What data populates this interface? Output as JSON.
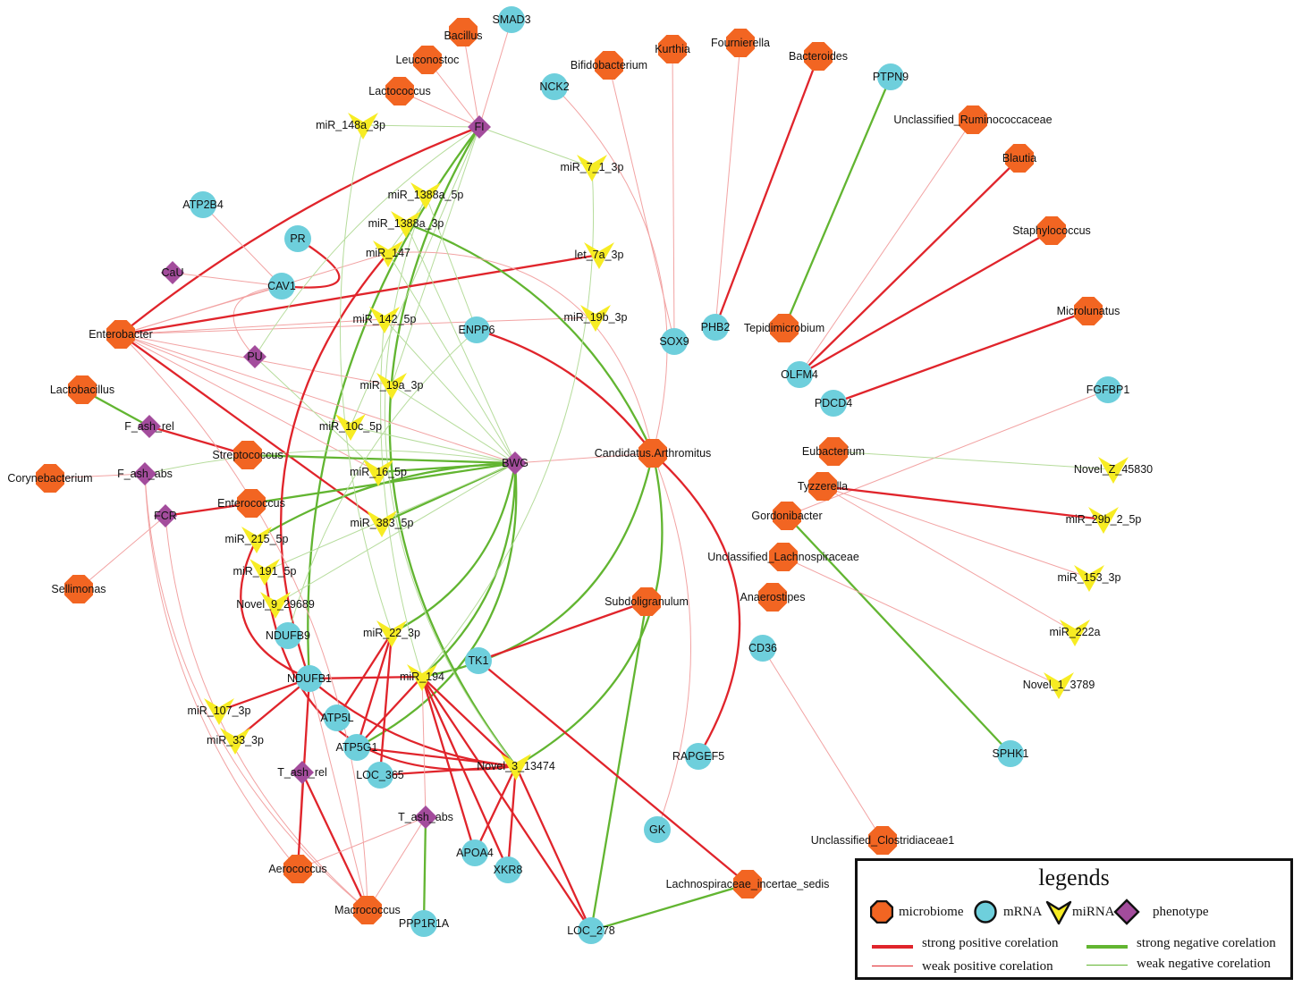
{
  "colors": {
    "microbiome": "#f26522",
    "mrna": "#6ecfdc",
    "mirna": "#f7ec23",
    "phenotype": "#a34c9c",
    "positive": "#e0242b",
    "negative": "#62b531",
    "weak_positive": "#f2a3a3",
    "weak_negative": "#b6dc9c"
  },
  "legend": {
    "title": "legends",
    "node_types": [
      "microbiome",
      "mRNA",
      "miRNA",
      "phenotype"
    ],
    "edge_types": [
      "strong positive corelation",
      "weak positive corelation",
      "strong negative corelation",
      "weak negative corelation"
    ]
  },
  "nodes": [
    {
      "id": "SMAD3",
      "type": "mrna"
    },
    {
      "id": "Bacillus",
      "type": "microbiome"
    },
    {
      "id": "Leuconostoc",
      "type": "microbiome"
    },
    {
      "id": "Lactococcus",
      "type": "microbiome"
    },
    {
      "id": "FI",
      "type": "phenotype"
    },
    {
      "id": "miR_148a_3p",
      "type": "mirna"
    },
    {
      "id": "Bifidobacterium",
      "type": "microbiome"
    },
    {
      "id": "NCK2",
      "type": "mrna"
    },
    {
      "id": "Kurthia",
      "type": "microbiome"
    },
    {
      "id": "Fournierella",
      "type": "microbiome"
    },
    {
      "id": "Bacteroides",
      "type": "microbiome"
    },
    {
      "id": "PTPN9",
      "type": "mrna"
    },
    {
      "id": "Unclassified_Ruminococcaceae",
      "type": "microbiome"
    },
    {
      "id": "miR_7_1_3p",
      "type": "mirna"
    },
    {
      "id": "Blautia",
      "type": "microbiome"
    },
    {
      "id": "miR_1388a_5p",
      "type": "mirna"
    },
    {
      "id": "ATP2B4",
      "type": "mrna"
    },
    {
      "id": "miR_1388a_3p",
      "type": "mirna"
    },
    {
      "id": "PR",
      "type": "mrna"
    },
    {
      "id": "Staphylococcus",
      "type": "microbiome"
    },
    {
      "id": "miR_147",
      "type": "mirna"
    },
    {
      "id": "let_7a_3p",
      "type": "mirna"
    },
    {
      "id": "CaU",
      "type": "phenotype"
    },
    {
      "id": "CAV1",
      "type": "mrna"
    },
    {
      "id": "miR_142_5p",
      "type": "mirna"
    },
    {
      "id": "miR_19b_3p",
      "type": "mirna"
    },
    {
      "id": "Enterobacter",
      "type": "microbiome"
    },
    {
      "id": "ENPP6",
      "type": "mrna"
    },
    {
      "id": "SOX9",
      "type": "mrna"
    },
    {
      "id": "PHB2",
      "type": "mrna"
    },
    {
      "id": "Tepidimicrobium",
      "type": "microbiome"
    },
    {
      "id": "Microlunatus",
      "type": "microbiome"
    },
    {
      "id": "PU",
      "type": "phenotype"
    },
    {
      "id": "miR_19a_3p",
      "type": "mirna"
    },
    {
      "id": "OLFM4",
      "type": "mrna"
    },
    {
      "id": "Lactobacillus",
      "type": "microbiome"
    },
    {
      "id": "FGFBP1",
      "type": "mrna"
    },
    {
      "id": "PDCD4",
      "type": "mrna"
    },
    {
      "id": "F_ash_rel",
      "type": "phenotype"
    },
    {
      "id": "miR_10c_5p",
      "type": "mirna"
    },
    {
      "id": "Eubacterium",
      "type": "microbiome"
    },
    {
      "id": "Candidatus.Arthromitus",
      "type": "microbiome"
    },
    {
      "id": "Streptococcus",
      "type": "microbiome"
    },
    {
      "id": "BWG",
      "type": "phenotype"
    },
    {
      "id": "Novel_Z_45830",
      "type": "mirna"
    },
    {
      "id": "F_ash_abs",
      "type": "phenotype"
    },
    {
      "id": "miR_16_5p",
      "type": "mirna"
    },
    {
      "id": "Corynebacterium",
      "type": "microbiome"
    },
    {
      "id": "Tyzzerella",
      "type": "microbiome"
    },
    {
      "id": "Enterococcus",
      "type": "microbiome"
    },
    {
      "id": "FCR",
      "type": "phenotype"
    },
    {
      "id": "Gordonibacter",
      "type": "microbiome"
    },
    {
      "id": "miR_29b_2_5p",
      "type": "mirna"
    },
    {
      "id": "miR_383_5p",
      "type": "mirna"
    },
    {
      "id": "miR_215_5p",
      "type": "mirna"
    },
    {
      "id": "Unclassified_Lachnospiraceae",
      "type": "microbiome"
    },
    {
      "id": "miR_191_5p",
      "type": "mirna"
    },
    {
      "id": "miR_153_3p",
      "type": "mirna"
    },
    {
      "id": "Sellimonas",
      "type": "microbiome"
    },
    {
      "id": "Anaerostipes",
      "type": "microbiome"
    },
    {
      "id": "Subdoligranulum",
      "type": "microbiome"
    },
    {
      "id": "Novel_9_29689",
      "type": "mirna"
    },
    {
      "id": "miR_222a",
      "type": "mirna"
    },
    {
      "id": "NDUFB9",
      "type": "mrna"
    },
    {
      "id": "miR_22_3p",
      "type": "mirna"
    },
    {
      "id": "CD36",
      "type": "mrna"
    },
    {
      "id": "TK1",
      "type": "mrna"
    },
    {
      "id": "NDUFB1",
      "type": "mrna"
    },
    {
      "id": "miR_194",
      "type": "mirna"
    },
    {
      "id": "Novel_1_3789",
      "type": "mirna"
    },
    {
      "id": "miR_107_3p",
      "type": "mirna"
    },
    {
      "id": "ATP5L",
      "type": "mrna"
    },
    {
      "id": "miR_33_3p",
      "type": "mirna"
    },
    {
      "id": "ATP5G1",
      "type": "mrna"
    },
    {
      "id": "SPHK1",
      "type": "mrna"
    },
    {
      "id": "RAPGEF5",
      "type": "mrna"
    },
    {
      "id": "Novel_3_13474",
      "type": "mirna"
    },
    {
      "id": "LOC_365",
      "type": "mrna"
    },
    {
      "id": "T_ash_rel",
      "type": "phenotype"
    },
    {
      "id": "T_ash_abs",
      "type": "phenotype"
    },
    {
      "id": "GK",
      "type": "mrna"
    },
    {
      "id": "Unclassified_Clostridiaceae1",
      "type": "microbiome"
    },
    {
      "id": "APOA4",
      "type": "mrna"
    },
    {
      "id": "XKR8",
      "type": "mrna"
    },
    {
      "id": "Aerococcus",
      "type": "microbiome"
    },
    {
      "id": "Lachnospiraceae_incertae_sedis",
      "type": "microbiome"
    },
    {
      "id": "Macrococcus",
      "type": "microbiome"
    },
    {
      "id": "PPP1R1A",
      "type": "mrna"
    },
    {
      "id": "LOC_278",
      "type": "mrna"
    }
  ],
  "edges": [
    {
      "a": "FI",
      "b": "SMAD3",
      "sign": "positive",
      "strength": "weak"
    },
    {
      "a": "FI",
      "b": "Bacillus",
      "sign": "positive",
      "strength": "weak"
    },
    {
      "a": "FI",
      "b": "Leuconostoc",
      "sign": "positive",
      "strength": "weak"
    },
    {
      "a": "FI",
      "b": "Lactococcus",
      "sign": "positive",
      "strength": "weak"
    },
    {
      "a": "FI",
      "b": "miR_148a_3p",
      "sign": "negative",
      "strength": "weak"
    },
    {
      "a": "FI",
      "b": "miR_7_1_3p",
      "sign": "negative",
      "strength": "weak"
    },
    {
      "a": "FI",
      "b": "miR_147",
      "sign": "negative",
      "strength": "weak"
    },
    {
      "a": "FI",
      "b": "Enterobacter",
      "sign": "positive",
      "strength": "strong"
    },
    {
      "a": "FI",
      "b": "NDUFB1",
      "sign": "negative",
      "strength": "strong"
    },
    {
      "a": "FI",
      "b": "Novel_3_13474",
      "sign": "negative",
      "strength": "strong"
    },
    {
      "a": "FI",
      "b": "miR_19a_3p",
      "sign": "negative",
      "strength": "weak"
    },
    {
      "a": "FI",
      "b": "miR_10c_5p",
      "sign": "negative",
      "strength": "weak"
    },
    {
      "a": "Bifidobacterium",
      "b": "SOX9",
      "sign": "positive",
      "strength": "weak"
    },
    {
      "a": "Kurthia",
      "b": "SOX9",
      "sign": "positive",
      "strength": "weak"
    },
    {
      "a": "Fournierella",
      "b": "PHB2",
      "sign": "positive",
      "strength": "weak"
    },
    {
      "a": "Bacteroides",
      "b": "PHB2",
      "sign": "positive",
      "strength": "strong"
    },
    {
      "a": "PTPN9",
      "b": "Tepidimicrobium",
      "sign": "negative",
      "strength": "strong"
    },
    {
      "a": "Unclassified_Ruminococcaceae",
      "b": "OLFM4",
      "sign": "positive",
      "strength": "weak"
    },
    {
      "a": "Blautia",
      "b": "OLFM4",
      "sign": "positive",
      "strength": "strong"
    },
    {
      "a": "Staphylococcus",
      "b": "OLFM4",
      "sign": "positive",
      "strength": "strong"
    },
    {
      "a": "Microlunatus",
      "b": "PDCD4",
      "sign": "positive",
      "strength": "strong"
    },
    {
      "a": "FGFBP1",
      "b": "Gordonibacter",
      "sign": "positive",
      "strength": "weak"
    },
    {
      "a": "Eubacterium",
      "b": "Novel_Z_45830",
      "sign": "negative",
      "strength": "weak"
    },
    {
      "a": "Tyzzerella",
      "b": "miR_29b_2_5p",
      "sign": "positive",
      "strength": "strong"
    },
    {
      "a": "Tyzzerella",
      "b": "miR_153_3p",
      "sign": "positive",
      "strength": "weak"
    },
    {
      "a": "Tyzzerella",
      "b": "miR_222a",
      "sign": "positive",
      "strength": "weak"
    },
    {
      "a": "Gordonibacter",
      "b": "SPHK1",
      "sign": "negative",
      "strength": "strong"
    },
    {
      "a": "Unclassified_Lachnospiraceae",
      "b": "Novel_1_3789",
      "sign": "positive",
      "strength": "weak"
    },
    {
      "a": "CD36",
      "b": "Unclassified_Clostridiaceae1",
      "sign": "positive",
      "strength": "weak"
    },
    {
      "a": "PR",
      "b": "CAV1",
      "sign": "positive",
      "strength": "strong"
    },
    {
      "a": "ATP2B4",
      "b": "CAV1",
      "sign": "positive",
      "strength": "weak"
    },
    {
      "a": "CaU",
      "b": "CAV1",
      "sign": "positive",
      "strength": "weak"
    },
    {
      "a": "CAV1",
      "b": "PU",
      "sign": "positive",
      "strength": "weak"
    },
    {
      "a": "Enterobacter",
      "b": "let_7a_3p",
      "sign": "positive",
      "strength": "strong"
    },
    {
      "a": "Enterobacter",
      "b": "miR_383_5p",
      "sign": "positive",
      "strength": "strong"
    },
    {
      "a": "Enterobacter",
      "b": "miR_147",
      "sign": "positive",
      "strength": "weak"
    },
    {
      "a": "Enterobacter",
      "b": "miR_142_5p",
      "sign": "positive",
      "strength": "weak"
    },
    {
      "a": "Enterobacter",
      "b": "miR_19b_3p",
      "sign": "positive",
      "strength": "weak"
    },
    {
      "a": "Enterobacter",
      "b": "miR_19a_3p",
      "sign": "positive",
      "strength": "weak"
    },
    {
      "a": "Enterobacter",
      "b": "miR_10c_5p",
      "sign": "positive",
      "strength": "weak"
    },
    {
      "a": "Enterobacter",
      "b": "miR_16_5p",
      "sign": "positive",
      "strength": "weak"
    },
    {
      "a": "Enterobacter",
      "b": "BWG",
      "sign": "positive",
      "strength": "weak"
    },
    {
      "a": "Enterobacter",
      "b": "CAV1",
      "sign": "positive",
      "strength": "weak"
    },
    {
      "a": "Lactobacillus",
      "b": "F_ash_rel",
      "sign": "negative",
      "strength": "strong"
    },
    {
      "a": "F_ash_rel",
      "b": "Streptococcus",
      "sign": "positive",
      "strength": "strong"
    },
    {
      "a": "Streptococcus",
      "b": "BWG",
      "sign": "negative",
      "strength": "strong"
    },
    {
      "a": "Enterococcus",
      "b": "BWG",
      "sign": "negative",
      "strength": "strong"
    },
    {
      "a": "FCR",
      "b": "Enterococcus",
      "sign": "positive",
      "strength": "strong"
    },
    {
      "a": "FCR",
      "b": "Sellimonas",
      "sign": "positive",
      "strength": "weak"
    },
    {
      "a": "Corynebacterium",
      "b": "F_ash_abs",
      "sign": "positive",
      "strength": "weak"
    },
    {
      "a": "F_ash_abs",
      "b": "Aerococcus",
      "sign": "positive",
      "strength": "weak"
    },
    {
      "a": "F_ash_abs",
      "b": "Macrococcus",
      "sign": "positive",
      "strength": "weak"
    },
    {
      "a": "FCR",
      "b": "Macrococcus",
      "sign": "positive",
      "strength": "weak"
    },
    {
      "a": "BWG",
      "b": "miR_16_5p",
      "sign": "negative",
      "strength": "strong"
    },
    {
      "a": "BWG",
      "b": "miR_383_5p",
      "sign": "negative",
      "strength": "strong"
    },
    {
      "a": "BWG",
      "b": "miR_215_5p",
      "sign": "negative",
      "strength": "strong"
    },
    {
      "a": "BWG",
      "b": "miR_22_3p",
      "sign": "negative",
      "strength": "strong"
    },
    {
      "a": "BWG",
      "b": "miR_194",
      "sign": "negative",
      "strength": "strong"
    },
    {
      "a": "BWG",
      "b": "ATP5G1",
      "sign": "negative",
      "strength": "strong"
    },
    {
      "a": "BWG",
      "b": "Candidatus.Arthromitus",
      "sign": "positive",
      "strength": "weak"
    },
    {
      "a": "BWG",
      "b": "miR_191_5p",
      "sign": "negative",
      "strength": "weak"
    },
    {
      "a": "BWG",
      "b": "Novel_9_29689",
      "sign": "negative",
      "strength": "weak"
    },
    {
      "a": "BWG",
      "b": "miR_142_5p",
      "sign": "negative",
      "strength": "weak"
    },
    {
      "a": "BWG",
      "b": "miR_19a_3p",
      "sign": "negative",
      "strength": "weak"
    },
    {
      "a": "BWG",
      "b": "miR_147",
      "sign": "negative",
      "strength": "weak"
    },
    {
      "a": "BWG",
      "b": "miR_1388a_3p",
      "sign": "negative",
      "strength": "weak"
    },
    {
      "a": "BWG",
      "b": "miR_10c_5p",
      "sign": "negative",
      "strength": "weak"
    },
    {
      "a": "BWG",
      "b": "F_ash_abs",
      "sign": "negative",
      "strength": "weak"
    },
    {
      "a": "Candidatus.Arthromitus",
      "b": "miR_194",
      "sign": "negative",
      "strength": "strong"
    },
    {
      "a": "Candidatus.Arthromitus",
      "b": "Novel_3_13474",
      "sign": "negative",
      "strength": "strong"
    },
    {
      "a": "Candidatus.Arthromitus",
      "b": "RAPGEF5",
      "sign": "positive",
      "strength": "strong"
    },
    {
      "a": "Candidatus.Arthromitus",
      "b": "GK",
      "sign": "positive",
      "strength": "weak"
    },
    {
      "a": "Candidatus.Arthromitus",
      "b": "NCK2",
      "sign": "positive",
      "strength": "weak"
    },
    {
      "a": "Candidatus.Arthromitus",
      "b": "ENPP6",
      "sign": "positive",
      "strength": "strong"
    },
    {
      "a": "Candidatus.Arthromitus",
      "b": "miR_1388a_3p",
      "sign": "negative",
      "strength": "strong"
    },
    {
      "a": "Candidatus.Arthromitus",
      "b": "miR_147",
      "sign": "positive",
      "strength": "weak"
    },
    {
      "a": "Subdoligranulum",
      "b": "TK1",
      "sign": "positive",
      "strength": "strong"
    },
    {
      "a": "Subdoligranulum",
      "b": "LOC_278",
      "sign": "negative",
      "strength": "strong"
    },
    {
      "a": "TK1",
      "b": "Lachnospiraceae_incertae_sedis",
      "sign": "positive",
      "strength": "strong"
    },
    {
      "a": "LOC_278",
      "b": "Lachnospiraceae_incertae_sedis",
      "sign": "negative",
      "strength": "strong"
    },
    {
      "a": "miR_147",
      "b": "NDUFB1",
      "sign": "positive",
      "strength": "strong"
    },
    {
      "a": "miR_215_5p",
      "b": "NDUFB1",
      "sign": "positive",
      "strength": "strong"
    },
    {
      "a": "miR_191_5p",
      "b": "Novel_3_13474",
      "sign": "positive",
      "strength": "strong"
    },
    {
      "a": "NDUFB1",
      "b": "miR_194",
      "sign": "positive",
      "strength": "strong"
    },
    {
      "a": "NDUFB1",
      "b": "miR_107_3p",
      "sign": "positive",
      "strength": "strong"
    },
    {
      "a": "NDUFB1",
      "b": "miR_33_3p",
      "sign": "positive",
      "strength": "strong"
    },
    {
      "a": "NDUFB1",
      "b": "Novel_3_13474",
      "sign": "positive",
      "strength": "strong"
    },
    {
      "a": "miR_22_3p",
      "b": "ATP5L",
      "sign": "positive",
      "strength": "strong"
    },
    {
      "a": "miR_22_3p",
      "b": "ATP5G1",
      "sign": "positive",
      "strength": "strong"
    },
    {
      "a": "miR_22_3p",
      "b": "LOC_365",
      "sign": "positive",
      "strength": "strong"
    },
    {
      "a": "miR_194",
      "b": "ATP5G1",
      "sign": "positive",
      "strength": "strong"
    },
    {
      "a": "miR_194",
      "b": "APOA4",
      "sign": "positive",
      "strength": "strong"
    },
    {
      "a": "miR_194",
      "b": "XKR8",
      "sign": "positive",
      "strength": "strong"
    },
    {
      "a": "miR_194",
      "b": "LOC_278",
      "sign": "positive",
      "strength": "strong"
    },
    {
      "a": "miR_194",
      "b": "Novel_3_13474",
      "sign": "positive",
      "strength": "strong"
    },
    {
      "a": "Novel_3_13474",
      "b": "APOA4",
      "sign": "positive",
      "strength": "strong"
    },
    {
      "a": "Novel_3_13474",
      "b": "XKR8",
      "sign": "positive",
      "strength": "strong"
    },
    {
      "a": "Novel_3_13474",
      "b": "LOC_278",
      "sign": "positive",
      "strength": "strong"
    },
    {
      "a": "Novel_3_13474",
      "b": "LOC_365",
      "sign": "positive",
      "strength": "strong"
    },
    {
      "a": "Novel_3_13474",
      "b": "ATP5G1",
      "sign": "positive",
      "strength": "strong"
    },
    {
      "a": "T_ash_rel",
      "b": "Macrococcus",
      "sign": "positive",
      "strength": "strong"
    },
    {
      "a": "T_ash_rel",
      "b": "Aerococcus",
      "sign": "positive",
      "strength": "weak"
    },
    {
      "a": "T_ash_abs",
      "b": "PPP1R1A",
      "sign": "negative",
      "strength": "strong"
    },
    {
      "a": "T_ash_abs",
      "b": "Aerococcus",
      "sign": "positive",
      "strength": "weak"
    },
    {
      "a": "T_ash_abs",
      "b": "Macrococcus",
      "sign": "positive",
      "strength": "weak"
    },
    {
      "a": "T_ash_abs",
      "b": "miR_194",
      "sign": "positive",
      "strength": "weak"
    },
    {
      "a": "Aerococcus",
      "b": "NDUFB1",
      "sign": "positive",
      "strength": "strong"
    },
    {
      "a": "Macrococcus",
      "b": "NDUFB1",
      "sign": "positive",
      "strength": "weak"
    },
    {
      "a": "Macrococcus",
      "b": "Enterobacter",
      "sign": "positive",
      "strength": "weak"
    },
    {
      "a": "PU",
      "b": "FI",
      "sign": "negative",
      "strength": "weak"
    },
    {
      "a": "PU",
      "b": "miR_16_5p",
      "sign": "negative",
      "strength": "weak"
    },
    {
      "a": "ENPP6",
      "b": "miR_1388a_5p",
      "sign": "negative",
      "strength": "weak"
    },
    {
      "a": "miR_148a_3p",
      "b": "miR_22_3p",
      "sign": "negative",
      "strength": "weak"
    },
    {
      "a": "miR_1388a_5p",
      "b": "Novel_3_13474",
      "sign": "negative",
      "strength": "weak"
    },
    {
      "a": "miR_7_1_3p",
      "b": "miR_194",
      "sign": "negative",
      "strength": "weak"
    },
    {
      "a": "ENPP6",
      "b": "NDUFB9",
      "sign": "negative",
      "strength": "weak"
    },
    {
      "a": "miR_142_5p",
      "b": "miR_194",
      "sign": "negative",
      "strength": "weak"
    }
  ]
}
